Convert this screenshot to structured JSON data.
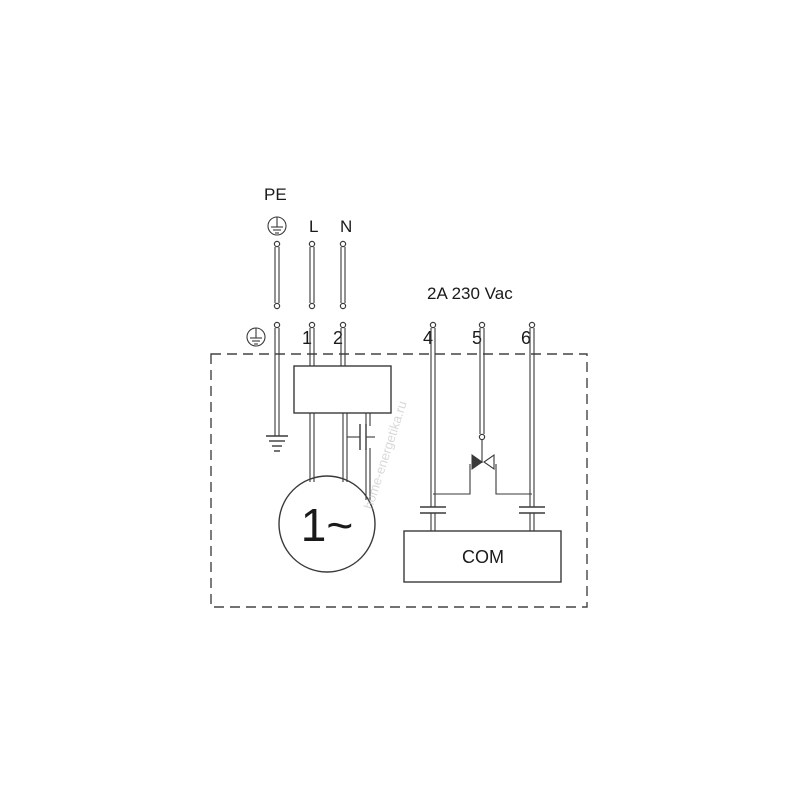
{
  "supply": {
    "pe_label": "PE",
    "l_label": "L",
    "n_label": "N"
  },
  "terminals": {
    "t1": "1",
    "t2": "2",
    "t4": "4",
    "t5": "5",
    "t6": "6"
  },
  "relay_rating": "2A 230 Vac",
  "motor_label": "1~",
  "com_label": "COM",
  "watermark": "home-energetika.ru",
  "colors": {
    "line": "#3a3a3a",
    "background": "#ffffff"
  }
}
